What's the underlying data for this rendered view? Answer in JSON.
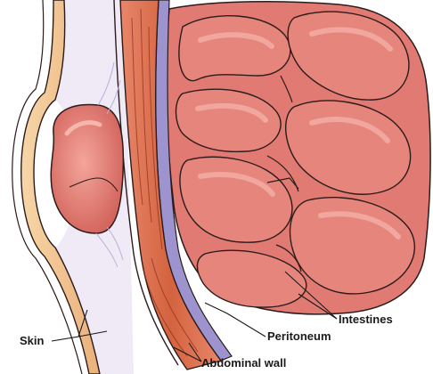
{
  "labels": {
    "skin": "Skin",
    "peritoneum": "Peritoneum",
    "intestines": "Intestines",
    "abdominal_wall": "Abdominal wall"
  },
  "colors": {
    "intestine": "#e07a72",
    "intestine_shadow": "#c8574f",
    "intestine_highlight": "#f2a89e",
    "muscle": "#d9704f",
    "skin_band": "#f3c48f",
    "membrane": "#9d93cf",
    "fascia": "#e7e1f1",
    "outline": "#2b1b1b"
  }
}
